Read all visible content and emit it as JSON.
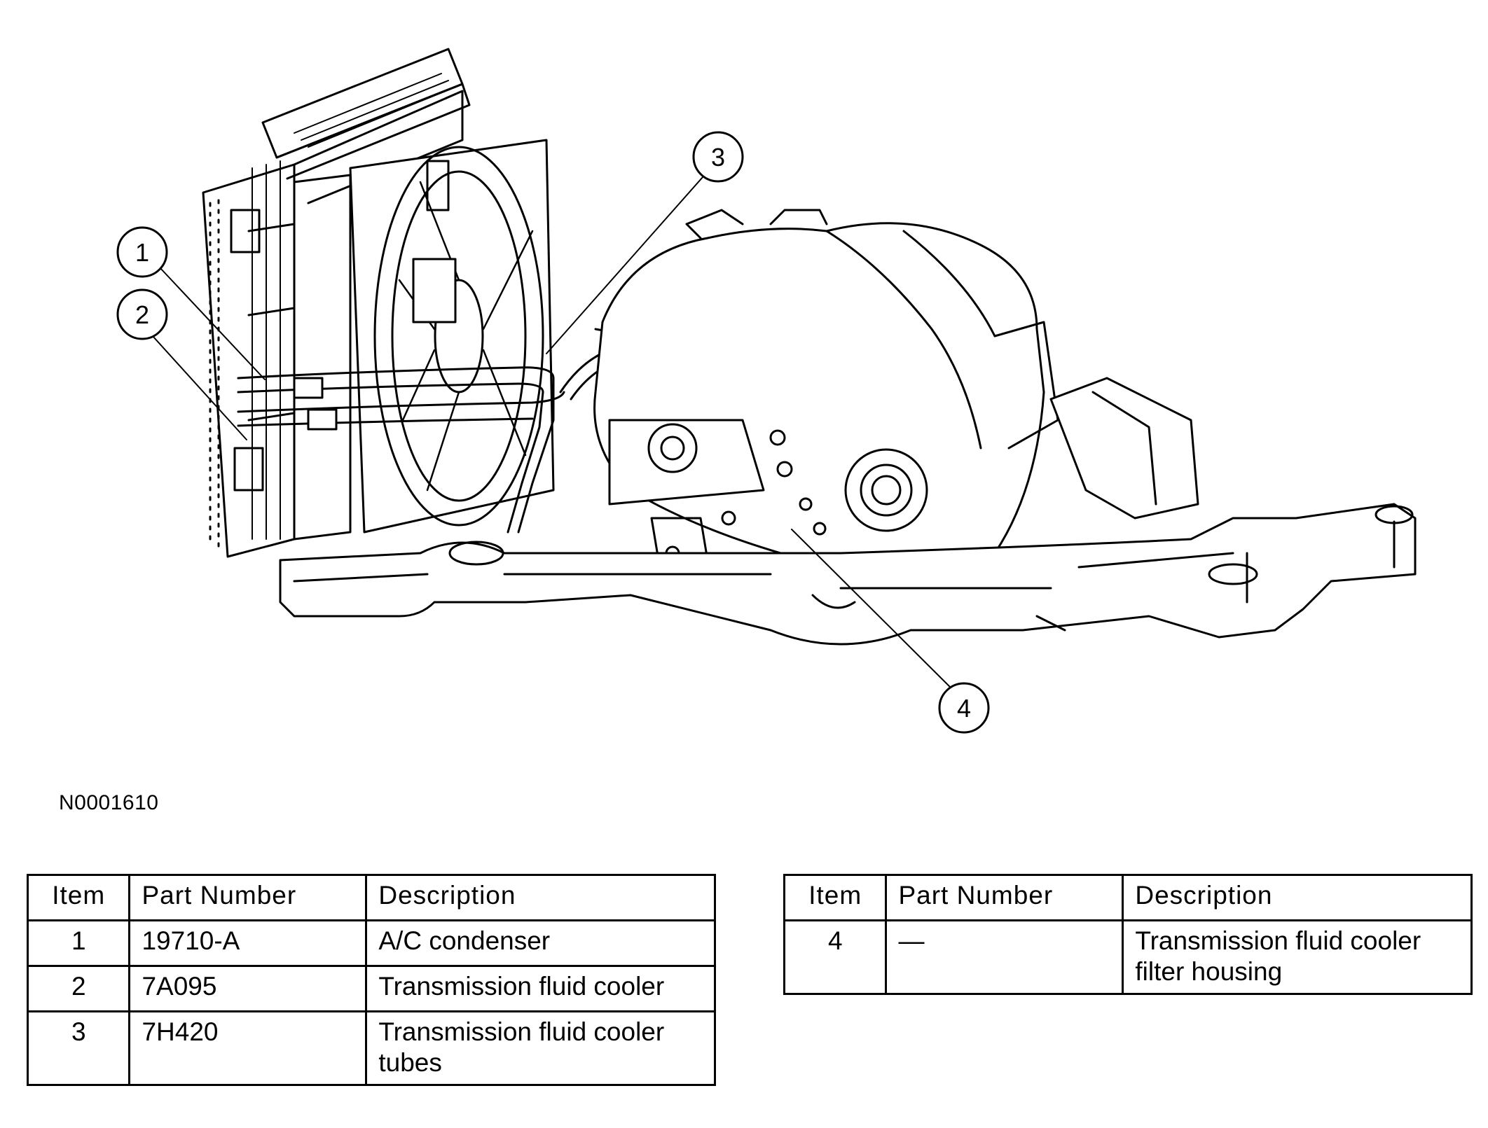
{
  "figure_id": "N0001610",
  "callouts": [
    "1",
    "2",
    "3",
    "4"
  ],
  "tables": [
    {
      "headers": {
        "item": "Item",
        "part_number": "Part Number",
        "description": "Description"
      },
      "rows": [
        {
          "item": "1",
          "part_number": "19710-A",
          "description": "A/C condenser"
        },
        {
          "item": "2",
          "part_number": "7A095",
          "description": "Transmission fluid cooler"
        },
        {
          "item": "3",
          "part_number": "7H420",
          "description": "Transmission fluid cooler tubes"
        }
      ]
    },
    {
      "headers": {
        "item": "Item",
        "part_number": "Part Number",
        "description": "Description"
      },
      "rows": [
        {
          "item": "4",
          "part_number": "—",
          "description": "Transmission fluid cooler filter housing"
        }
      ]
    }
  ]
}
